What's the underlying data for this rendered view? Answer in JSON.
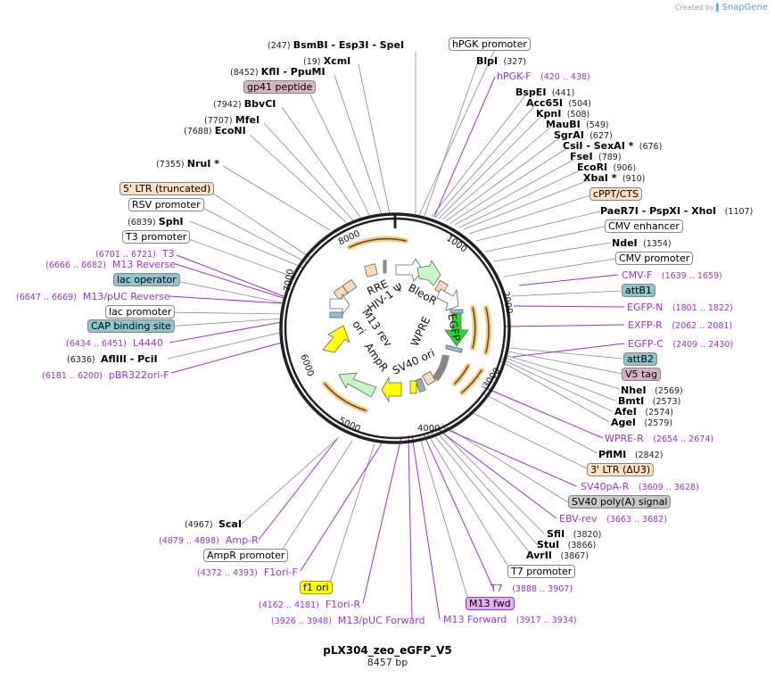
{
  "credit": {
    "prefix": "Created by",
    "brand": "SnapGene"
  },
  "plasmid": {
    "name": "pLX304_zeo_eGFP_V5",
    "length": "8457 bp"
  },
  "ticks": [
    "1000",
    "2000",
    "3000",
    "4000",
    "5000",
    "6000",
    "7000",
    "8000"
  ],
  "features_on_map": [
    {
      "name": "RRE",
      "color": "#f8d9b8"
    },
    {
      "name": "HIV-1 Ψ",
      "color": "#ffffff"
    },
    {
      "name": "BleoR",
      "color": "#c8f5c8"
    },
    {
      "name": "EGFP",
      "color": "#22dd22"
    },
    {
      "name": "WPRE",
      "color": "#ffffff"
    },
    {
      "name": "SV40 ori",
      "color": "#ffff00"
    },
    {
      "name": "AmpR",
      "color": "#c8f5c8"
    },
    {
      "name": "ori",
      "color": "#ffff00"
    },
    {
      "name": "M13 rev",
      "color": "#ffffff"
    }
  ],
  "labels": {
    "top_cluster": [
      {
        "pos": "(247)",
        "name": "BsmBI   - Esp3I   - SpeI"
      },
      {
        "pos": "(19)",
        "name": "XcmI"
      },
      {
        "pos": "(8452)",
        "name": "KflI  - PpuMI"
      },
      {
        "name": "gp41 peptide",
        "kind": "feature",
        "color": "#d9b3c4"
      },
      {
        "pos": "(7942)",
        "name": "BbvCI"
      },
      {
        "pos": "(7707)",
        "name": "MfeI"
      },
      {
        "pos": "(7688)",
        "name": "EcoNI"
      },
      {
        "pos": "(7355)",
        "name": "NruI *"
      }
    ],
    "right_cluster": [
      {
        "name": "hPGK promoter",
        "kind": "feature",
        "color": "#ffffff"
      },
      {
        "name": "BlpI",
        "pos": "(327)"
      },
      {
        "name": "hPGK-F",
        "pos": "(420 .. 438)",
        "kind": "primer"
      },
      {
        "name": "BspEI",
        "pos": "(441)"
      },
      {
        "name": "Acc65I",
        "pos": "(504)"
      },
      {
        "name": "KpnI",
        "pos": "(508)"
      },
      {
        "name": "MauBI",
        "pos": "(549)"
      },
      {
        "name": "SgrAI",
        "pos": "(627)"
      },
      {
        "name": "CsiI  - SexAI *",
        "pos": "(676)"
      },
      {
        "name": "FseI",
        "pos": "(789)"
      },
      {
        "name": "EcoRI",
        "pos": "(906)"
      },
      {
        "name": "XbaI *",
        "pos": "(910)"
      },
      {
        "name": "cPPT/CTS",
        "kind": "feature",
        "color": "#fde0c2"
      },
      {
        "name": "PaeR7I   - PspXI   - XhoI",
        "pos": "(1107)"
      },
      {
        "name": "CMV enhancer",
        "kind": "feature",
        "color": "#ffffff"
      },
      {
        "name": "NdeI",
        "pos": "(1354)"
      },
      {
        "name": "CMV promoter",
        "kind": "feature",
        "color": "#ffffff"
      },
      {
        "name": "CMV-F",
        "pos": "(1639 .. 1659)",
        "kind": "primer"
      },
      {
        "name": "attB1",
        "kind": "feature",
        "color": "#8fc3cf"
      },
      {
        "name": "EGFP-N",
        "pos": "(1801 .. 1822)",
        "kind": "primer"
      },
      {
        "name": "EXFP-R",
        "pos": "(2062 .. 2081)",
        "kind": "primer"
      },
      {
        "name": "EGFP-C",
        "pos": "(2409 .. 2430)",
        "kind": "primer"
      },
      {
        "name": "attB2",
        "kind": "feature",
        "color": "#8fc3cf"
      },
      {
        "name": "V5 tag",
        "kind": "feature",
        "color": "#d9b3c4"
      },
      {
        "name": "NheI",
        "pos": "(2569)"
      },
      {
        "name": "BmtI",
        "pos": "(2573)"
      },
      {
        "name": "AfeI",
        "pos": "(2574)"
      },
      {
        "name": "AgeI",
        "pos": "(2579)"
      },
      {
        "name": "WPRE-R",
        "pos": "(2654 .. 2674)",
        "kind": "primer"
      },
      {
        "name": "PflMI",
        "pos": "(2842)"
      },
      {
        "name": "3' LTR (ΔU3)",
        "kind": "feature",
        "color": "#fde0c2"
      },
      {
        "name": "SV40pA-R",
        "pos": "(3609 .. 3628)",
        "kind": "primer"
      },
      {
        "name": "SV40 poly(A) signal",
        "kind": "feature",
        "color": "#c8c8c8"
      },
      {
        "name": "EBV-rev",
        "pos": "(3663 .. 3682)",
        "kind": "primer"
      },
      {
        "name": "SfiI",
        "pos": "(3820)"
      },
      {
        "name": "StuI",
        "pos": "(3866)"
      },
      {
        "name": "AvrII",
        "pos": "(3867)"
      },
      {
        "name": "T7 promoter",
        "kind": "feature",
        "color": "#ffffff"
      },
      {
        "name": "T7",
        "pos": "(3888 .. 3907)",
        "kind": "primer"
      },
      {
        "name": "M13 fwd",
        "kind": "feature",
        "color": "#e0b0f0"
      },
      {
        "name": "M13 Forward",
        "pos": "(3917 .. 3934)",
        "kind": "primer"
      }
    ],
    "left_cluster": [
      {
        "name": "5' LTR (truncated)",
        "kind": "feature",
        "color": "#fde0c2"
      },
      {
        "name": "RSV promoter",
        "kind": "feature",
        "color": "#ffffff"
      },
      {
        "pos": "(6839)",
        "name": "SphI"
      },
      {
        "name": "T3 promoter",
        "kind": "feature",
        "color": "#ffffff"
      },
      {
        "pos": "(6701 .. 6721)",
        "name": "T3",
        "kind": "primer"
      },
      {
        "pos": "(6666 .. 6682)",
        "name": "M13 Reverse",
        "kind": "primer"
      },
      {
        "name": "lac operator",
        "kind": "feature",
        "color": "#8fc3cf"
      },
      {
        "pos": "(6647 .. 6669)",
        "name": "M13/pUC Reverse",
        "kind": "primer"
      },
      {
        "name": "lac promoter",
        "kind": "feature",
        "color": "#ffffff"
      },
      {
        "name": "CAP binding site",
        "kind": "feature",
        "color": "#8fc3cf"
      },
      {
        "pos": "(6434 .. 6451)",
        "name": "L4440",
        "kind": "primer"
      },
      {
        "pos": "(6336)",
        "name": "AflIII   - PciI"
      },
      {
        "pos": "(6181 .. 6200)",
        "name": "pBR322ori-F",
        "kind": "primer"
      }
    ],
    "bottom_cluster": [
      {
        "pos": "(4967)",
        "name": "ScaI"
      },
      {
        "pos": "(4879 .. 4898)",
        "name": "Amp-R",
        "kind": "primer"
      },
      {
        "name": "AmpR promoter",
        "kind": "feature",
        "color": "#ffffff"
      },
      {
        "pos": "(4372 .. 4393)",
        "name": "F1ori-F",
        "kind": "primer"
      },
      {
        "name": "f1 ori",
        "kind": "feature",
        "color": "#ffff00"
      },
      {
        "pos": "(4162 .. 4181)",
        "name": "F1ori-R",
        "kind": "primer"
      },
      {
        "pos": "(3926 .. 3948)",
        "name": "M13/pUC Forward",
        "kind": "primer"
      }
    ]
  },
  "colors": {
    "primer": "#9b30e0",
    "backbone": "#222222",
    "orf_arrow": "#f8c77a",
    "leader": "#888888"
  }
}
